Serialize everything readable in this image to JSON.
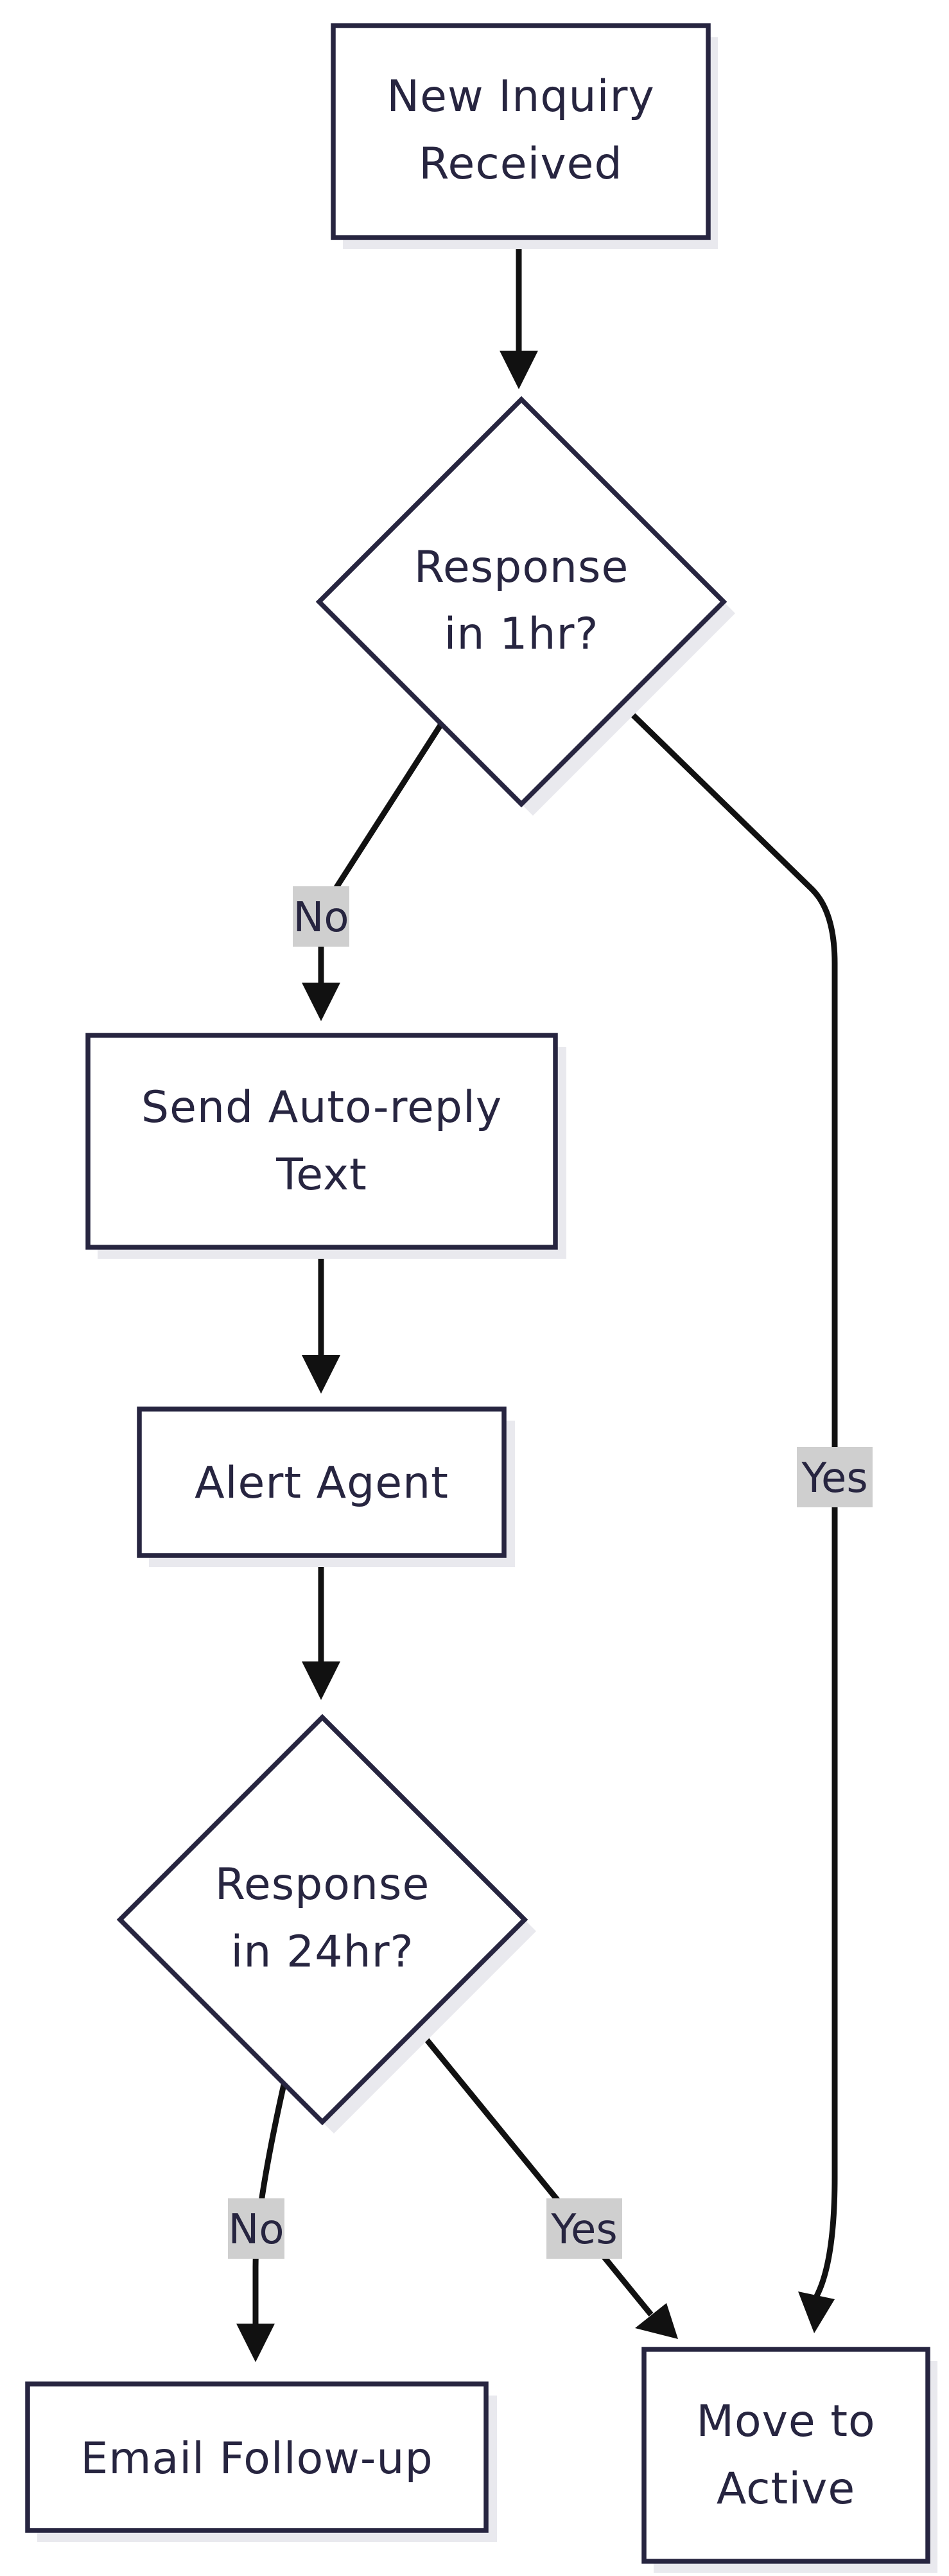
{
  "nodes": {
    "new_inquiry": {
      "lines": [
        "New Inquiry",
        "Received"
      ]
    },
    "response_1hr": {
      "lines": [
        "Response",
        "in 1hr?"
      ]
    },
    "send_auto_reply": {
      "lines": [
        "Send Auto-reply",
        "Text"
      ]
    },
    "alert_agent": {
      "lines": [
        "Alert Agent"
      ]
    },
    "response_24hr": {
      "lines": [
        "Response",
        "in 24hr?"
      ]
    },
    "email_followup": {
      "lines": [
        "Email Follow-up"
      ]
    },
    "move_to_active": {
      "lines": [
        "Move to",
        "Active"
      ]
    }
  },
  "edges": {
    "r1_no": "No",
    "r1_yes": "Yes",
    "r24_no": "No",
    "r24_yes": "Yes"
  },
  "colors": {
    "node_stroke": "#272540",
    "node_fill": "#ffffff",
    "edge": "#111111",
    "label_bg": "#cfcfcf",
    "shadow": "#e9e9ee"
  }
}
